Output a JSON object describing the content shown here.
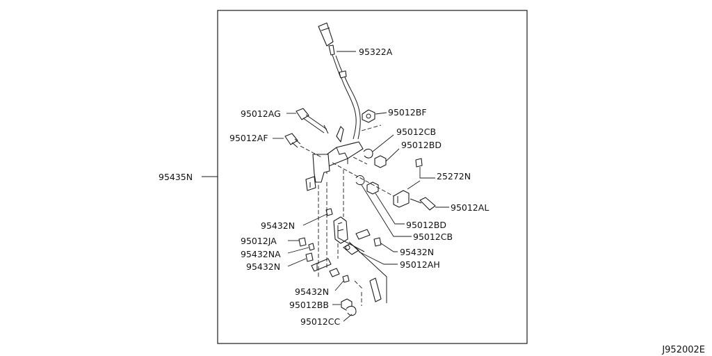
{
  "labels": {
    "p95322A": "95322A",
    "p95012AG": "95012AG",
    "p95012BF": "95012BF",
    "p95012CB_top": "95012CB",
    "p95012AF": "95012AF",
    "p95012BD_top": "95012BD",
    "p95435N": "95435N",
    "p25272N": "25272N",
    "p95012AL": "95012AL",
    "p95432N_1": "95432N",
    "p95012BD_bottom": "95012BD",
    "p95012CB_bottom": "95012CB",
    "p95012JA": "95012JA",
    "p95432N_2": "95432N",
    "p95432NA": "95432NA",
    "p95012AH": "95012AH",
    "p95432N_3": "95432N",
    "p95432N_4": "95432N",
    "p95012BB": "95012BB",
    "p95012CC": "95012CC"
  },
  "diagram_code": "J952002E"
}
